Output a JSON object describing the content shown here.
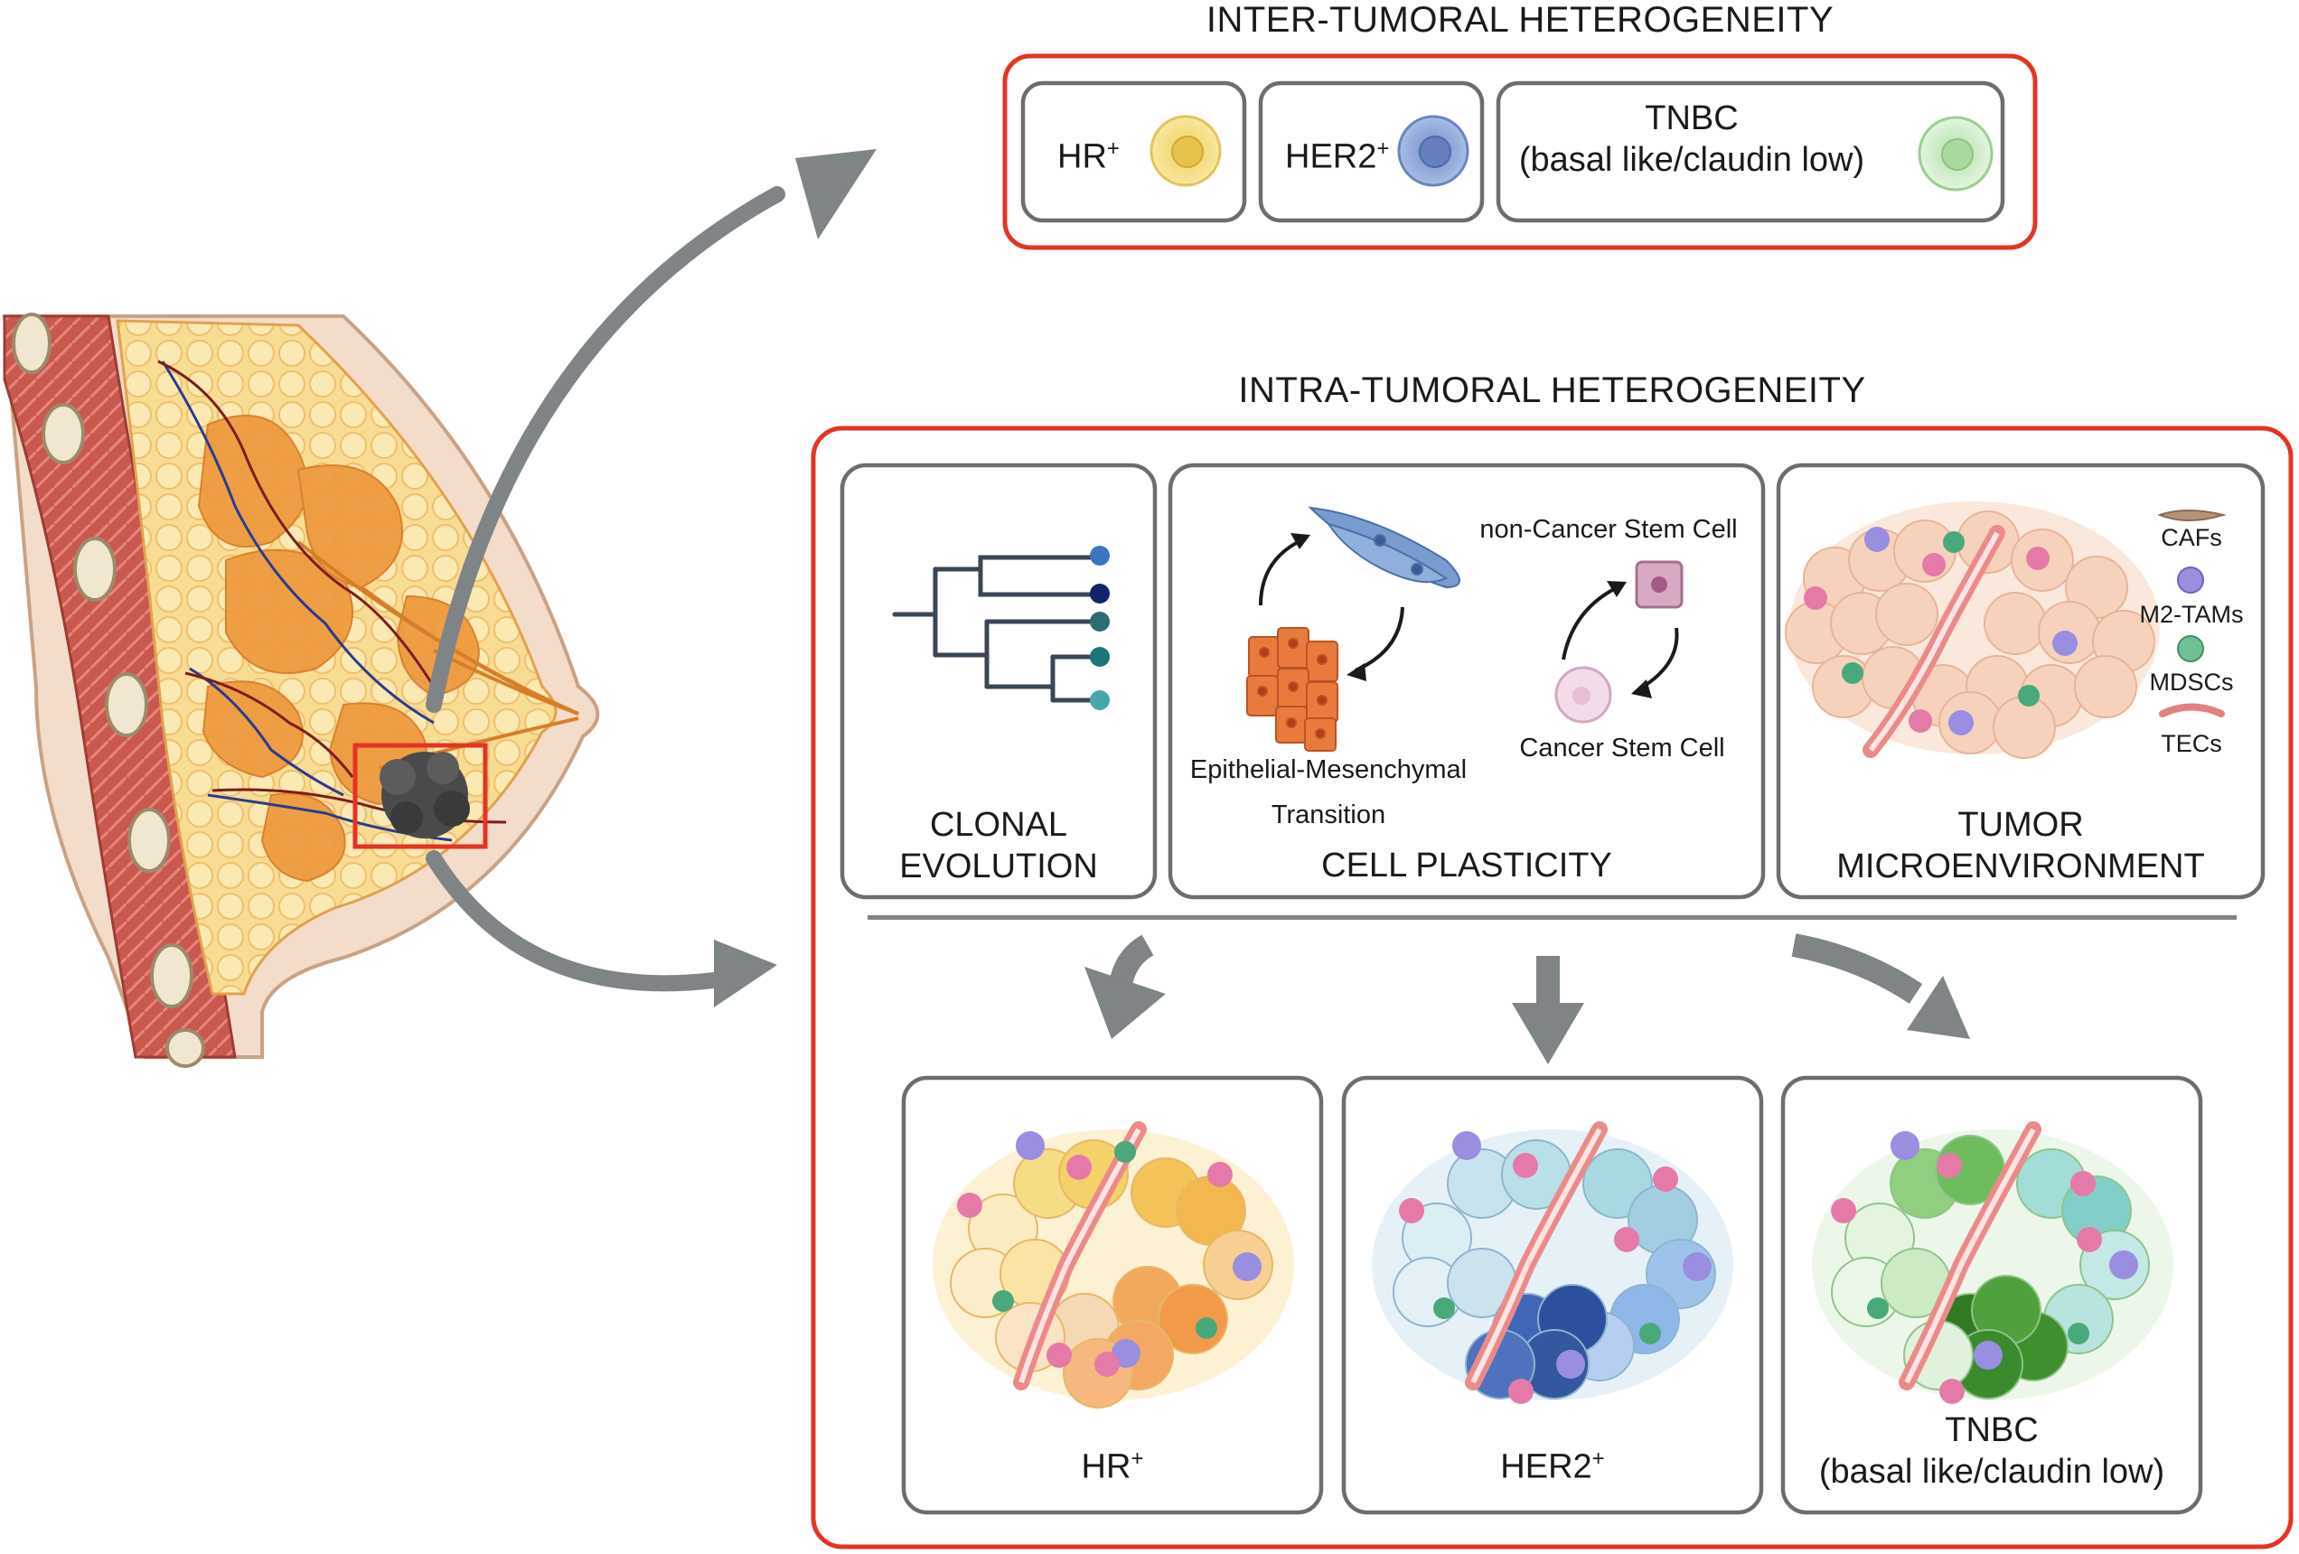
{
  "inter": {
    "title": "INTER-TUMORAL HETEROGENEITY",
    "subtypes": [
      {
        "label": "HR",
        "sup": "+",
        "color": "#f5dc7a"
      },
      {
        "label": "HER2",
        "sup": "+",
        "color": "#8ea6d6"
      },
      {
        "label_line1": "TNBC",
        "label_line2": "(basal like/claudin low)",
        "color": "#c9ecc4"
      }
    ]
  },
  "intra": {
    "title": "INTRA-TUMORAL HETEROGENEITY",
    "clonal": {
      "line1": "CLONAL",
      "line2": "EVOLUTION"
    },
    "plasticity": {
      "title": "CELL PLASTICITY",
      "emt_line1": "Epithelial-Mesenchymal",
      "emt_line2": "Transition",
      "non_csc": "non-Cancer Stem Cell",
      "csc": "Cancer Stem Cell"
    },
    "tme": {
      "line1": "TUMOR",
      "line2": "MICROENVIRONMENT",
      "legend": [
        "CAFs",
        "M2-TAMs",
        "MDSCs",
        "TECs"
      ]
    },
    "outcomes": [
      {
        "label": "HR",
        "sup": "+"
      },
      {
        "label": "HER2",
        "sup": "+"
      },
      {
        "label_line1": "TNBC",
        "label_line2": "(basal like/claudin low)"
      }
    ]
  },
  "colors": {
    "frame_red": "#e63323",
    "box_gray": "#6b6e6f",
    "arrow_gray": "#7f8486",
    "tumor_dark": "#4a4a4a"
  }
}
